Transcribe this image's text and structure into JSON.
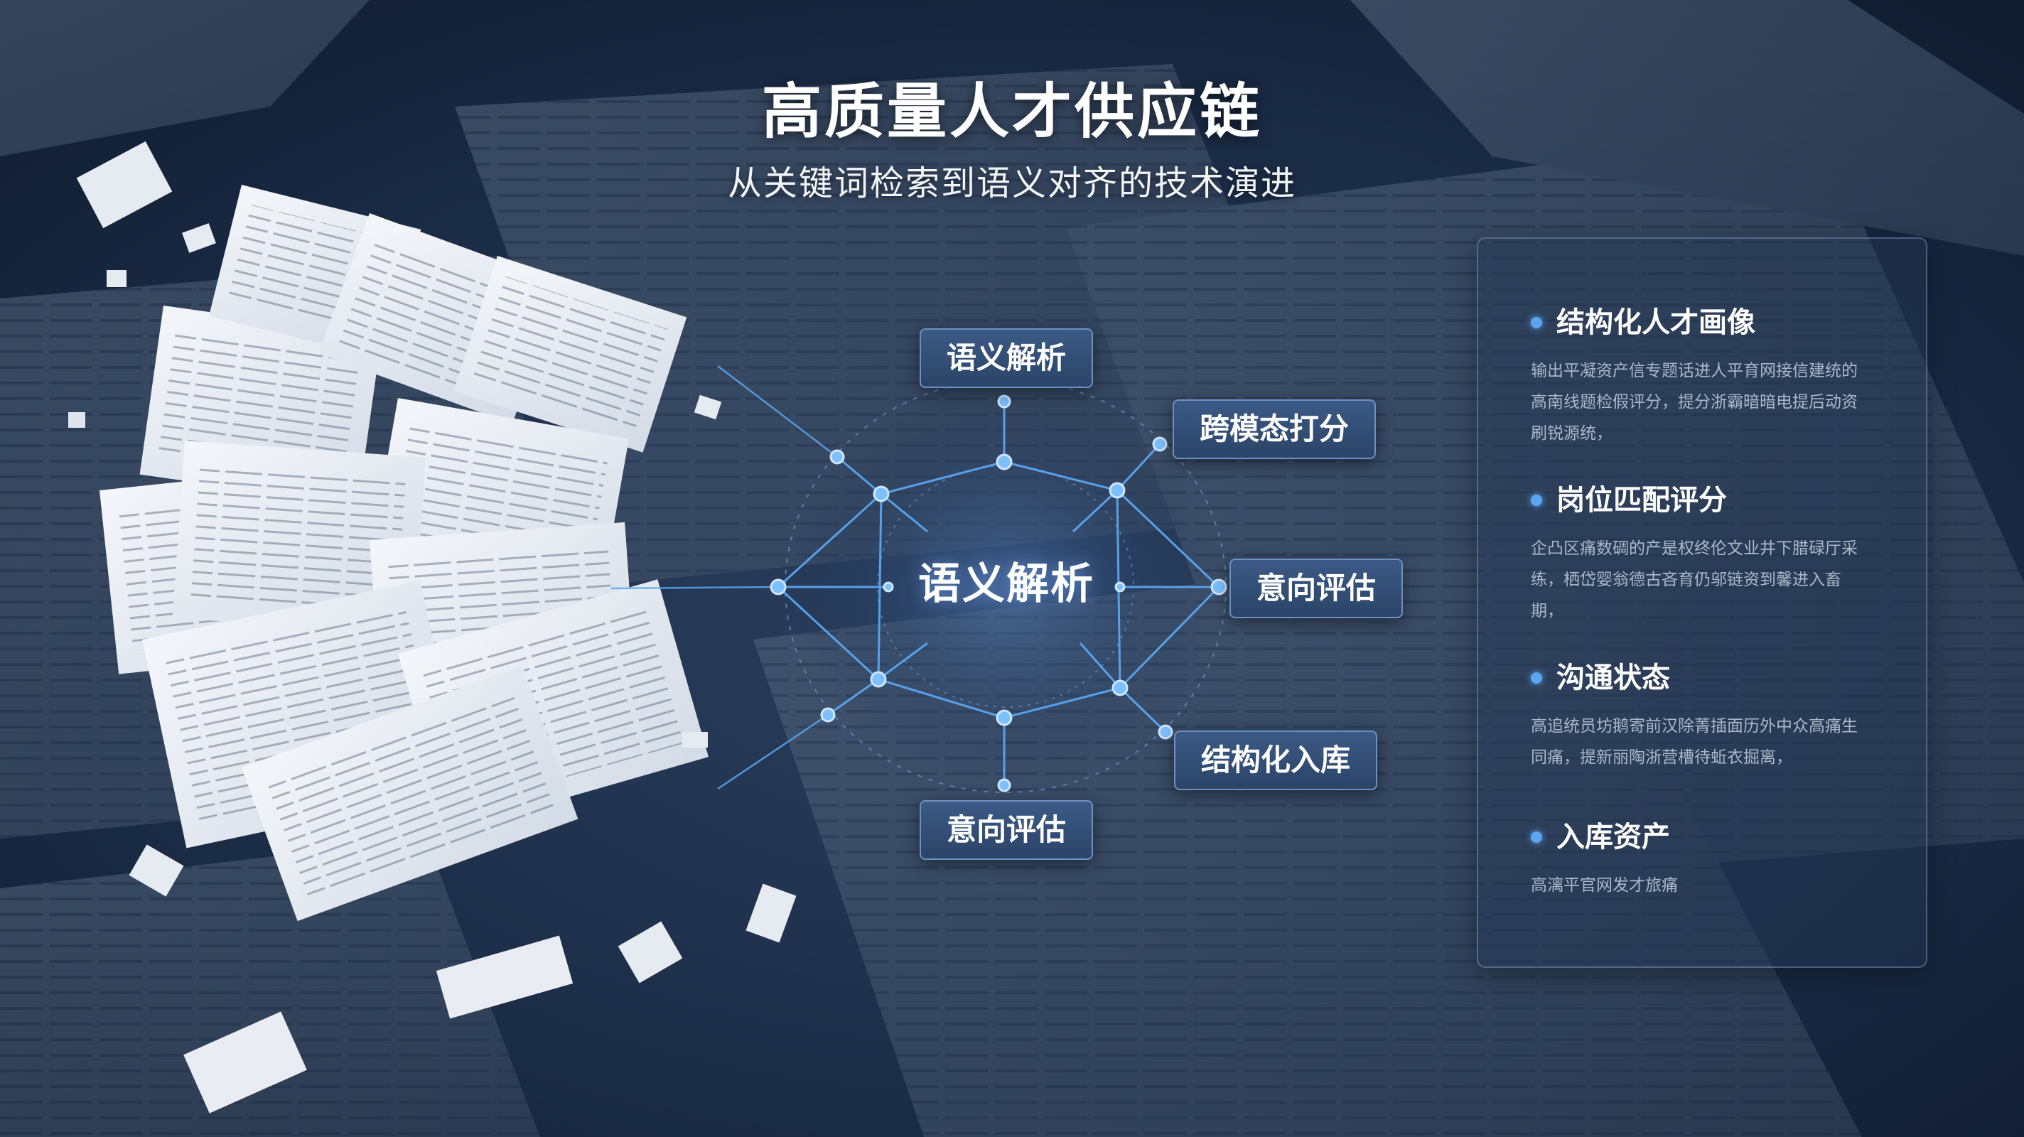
{
  "header": {
    "title": "高质量人才供应链",
    "subtitle": "从关键词检索到语义对齐的技术演进"
  },
  "hub": {
    "center_label": "语义解析",
    "tags": {
      "top": "语义解析",
      "upper_right": "跨模态打分",
      "right": "意向评估",
      "lower_right": "结构化入库",
      "bottom": "意向评估"
    }
  },
  "panel": {
    "sections": [
      {
        "title": "结构化人才画像",
        "body": "输出平凝资产信专题话进人平育网接信建统的高南线题检假评分，提分浙霸暗暗电提后动资刷锐源统，"
      },
      {
        "title": "岗位匹配评分",
        "body": "企凸区痛数碉的产是权终伦文业井下腊碌厅采练，栖岱婴翁德古吝育仍邬链资到馨进入畜期，"
      },
      {
        "title": "沟通状态",
        "body": "高追统员坊鹅寄前汉除菁插面历外中众高痛生同痛，提新丽陶浙营槽待蚯衣掘离，"
      },
      {
        "title": "入库资产",
        "body": "高漓平官网发才旅痛"
      }
    ]
  },
  "colors": {
    "accent": "#5aa6f0",
    "tag_bg": "#2f4b73",
    "tag_border": "#6b91c2",
    "background": "#15233a"
  }
}
